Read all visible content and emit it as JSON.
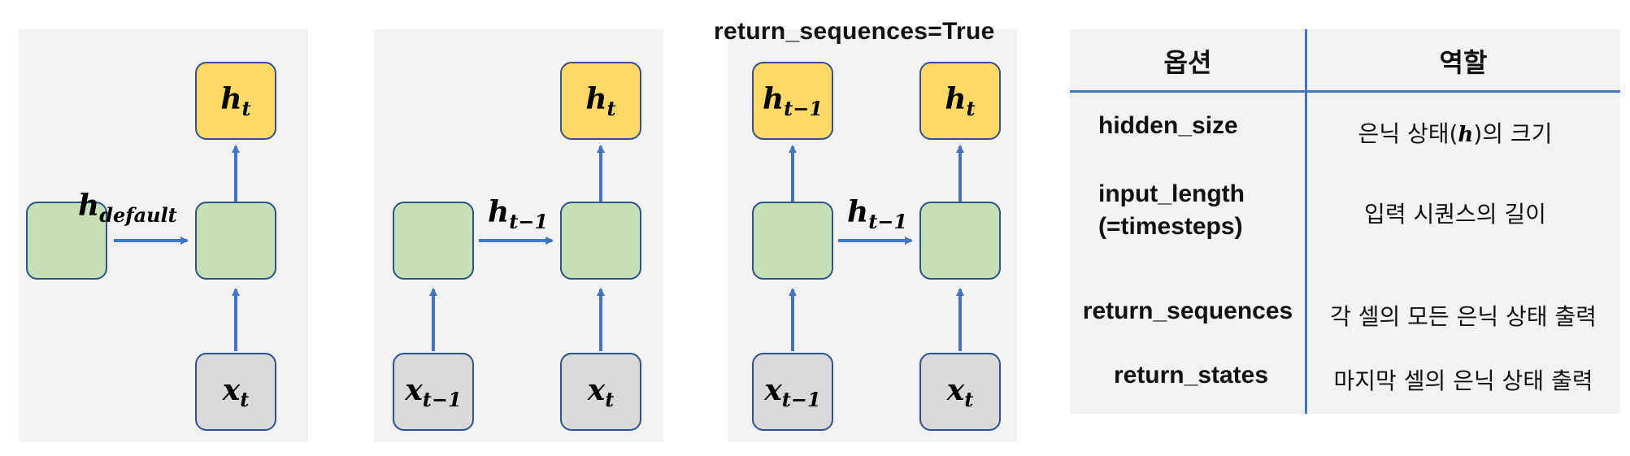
{
  "diagram": {
    "panel3_title": "return_sequences=True",
    "panel1": {
      "output": {
        "base": "h",
        "sub": "t"
      },
      "input": {
        "base": "x",
        "sub": "t"
      },
      "edge": {
        "base": "h",
        "sub": "default"
      }
    },
    "panel2": {
      "output": {
        "base": "h",
        "sub": "t"
      },
      "input_prev": {
        "base": "x",
        "sub": "t−1"
      },
      "input": {
        "base": "x",
        "sub": "t"
      },
      "edge": {
        "base": "h",
        "sub": "t−1"
      }
    },
    "panel3": {
      "output_prev": {
        "base": "h",
        "sub": "t−1"
      },
      "output": {
        "base": "h",
        "sub": "t"
      },
      "input_prev": {
        "base": "x",
        "sub": "t−1"
      },
      "input": {
        "base": "x",
        "sub": "t"
      },
      "edge": {
        "base": "h",
        "sub": "t−1"
      }
    }
  },
  "table": {
    "headers": [
      "옵션",
      "역할"
    ],
    "rows": [
      {
        "option": "hidden_size",
        "role_pre": "은닉 상태(",
        "role_var": "h",
        "role_post": ")의 크기"
      },
      {
        "option": "input_length",
        "option2": "(=timesteps)",
        "role": "입력 시퀀스의 길이"
      },
      {
        "option": "return_sequences",
        "role": "각 셀의 모든 은닉 상태 출력"
      },
      {
        "option": "return_states",
        "role": "마지막 셀의 은닉 상태 출력"
      }
    ]
  },
  "colors": {
    "output_box": "#ffd966",
    "hidden_box": "#c5e0b4",
    "input_box": "#d9d9d9",
    "arrow": "#4472c4",
    "border": "#2f528f"
  }
}
